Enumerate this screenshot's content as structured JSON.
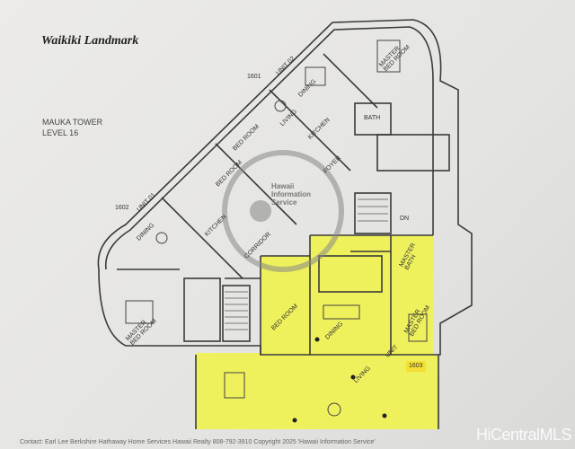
{
  "title": "Waikiki Landmark",
  "tower": "MAUKA TOWER",
  "level": "LEVEL 16",
  "units": [
    {
      "number": "1601",
      "label": "UNIT 02"
    },
    {
      "number": "1602",
      "label": "UNIT 01"
    },
    {
      "number": "1603",
      "label": "UNIT"
    }
  ],
  "rooms": {
    "dining": "DINING",
    "master": "MASTER BED ROOM",
    "bed": "BED ROOM",
    "kitchen": "KITCHEN",
    "living": "LIVING",
    "foyer": "FOYER",
    "bath": "BATH",
    "master_bath": "MASTER BATH",
    "corridor": "CORRIDOR",
    "dn": "DN"
  },
  "seal": "Hawaii Information Service",
  "footer": "Contact: Earl Lee  Berkshire Hathaway Home Services Hawaii Realty 808-792-3910   Copyright 2025 'Hawaii Information Service'",
  "watermark": "HiCentralMLS",
  "colors": {
    "highlight": "#eef05c",
    "line": "#3a3a3a"
  }
}
